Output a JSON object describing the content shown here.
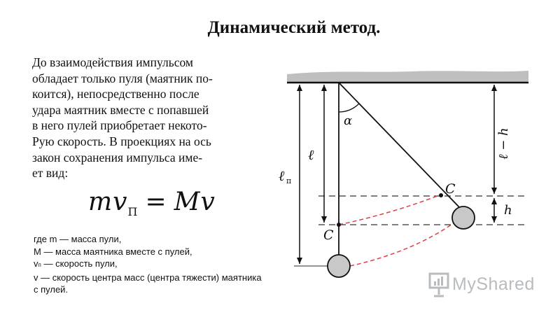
{
  "slide": {
    "title": "Динамический метод.",
    "paragraph_lines": [
      "До взаимодействия импульсом",
      "обладает только пуля (маятник по-",
      "коится), непосредственно после",
      "удара маятник вместе с попавшей",
      "в него пулей приобретает некото-",
      "Рую скорость. В проекциях на ось",
      "закон сохранения импульса име-",
      "ет вид:"
    ],
    "formula": {
      "left_var": "mv",
      "left_sub": "П",
      "equals": "=",
      "right": "Mv"
    },
    "legend": {
      "line1": "где m — масса пули,",
      "line2": "M — масса маятника вместе с пулей,",
      "line3_var": "v",
      "line3_sub": "п",
      "line3_rest": " — скорость пули,",
      "line4": "v — скорость центра масс (центра тяжести) маятника",
      "line5": "с пулей."
    }
  },
  "diagram": {
    "labels": {
      "alpha": "α",
      "ell": "ℓ",
      "ell_p": "ℓ",
      "ell_p_sub": "п",
      "ell_minus_h": "ℓ − h",
      "h": "h",
      "c_upper": "C",
      "c_lower": "C"
    },
    "colors": {
      "ceiling": "#bfbfbf",
      "bob": "#c8c8c8",
      "trajectory": "#e04040",
      "lines": "#111111"
    }
  },
  "watermark": {
    "text": "MyShared",
    "icon": "presentation-board-icon"
  }
}
